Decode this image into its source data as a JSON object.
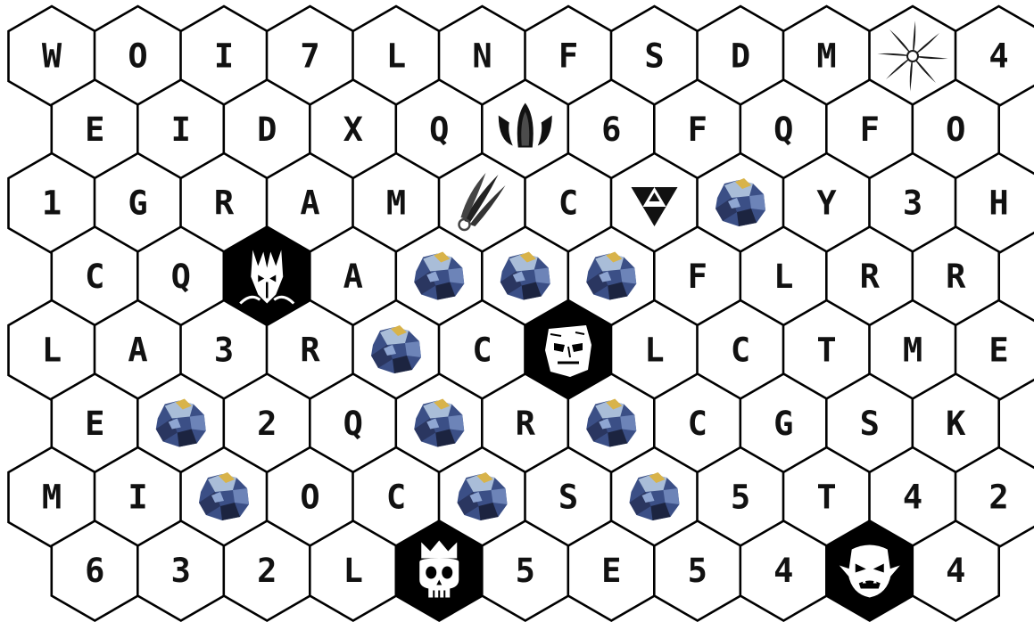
{
  "board": {
    "rows": [
      [
        {
          "text": "W"
        },
        {
          "text": "O"
        },
        {
          "text": "I"
        },
        {
          "text": "7"
        },
        {
          "text": "L"
        },
        {
          "text": "N"
        },
        {
          "text": "F"
        },
        {
          "text": "S"
        },
        {
          "text": "D"
        },
        {
          "text": "M"
        },
        {
          "icon": "vortex-icon"
        },
        {
          "text": "4"
        }
      ],
      [
        {
          "text": "E"
        },
        {
          "text": "I"
        },
        {
          "text": "D"
        },
        {
          "text": "X"
        },
        {
          "text": "Q"
        },
        {
          "icon": "triple-horns-icon"
        },
        {
          "text": "6"
        },
        {
          "text": "F"
        },
        {
          "text": "Q"
        },
        {
          "text": "F"
        },
        {
          "text": "O"
        }
      ],
      [
        {
          "text": "1"
        },
        {
          "text": "G"
        },
        {
          "text": "R"
        },
        {
          "text": "A"
        },
        {
          "text": "M"
        },
        {
          "icon": "claw-icon"
        },
        {
          "text": "C"
        },
        {
          "icon": "triforce-icon"
        },
        {
          "icon": "ore-rock-icon"
        },
        {
          "text": "Y"
        },
        {
          "text": "3"
        },
        {
          "text": "H"
        }
      ],
      [
        {
          "text": "C"
        },
        {
          "text": "Q"
        },
        {
          "icon": "dark-lord-icon",
          "dark": true
        },
        {
          "text": "A"
        },
        {
          "icon": "ore-rock-icon"
        },
        {
          "icon": "ore-rock-icon"
        },
        {
          "icon": "ore-rock-icon"
        },
        {
          "text": "F"
        },
        {
          "text": "L"
        },
        {
          "text": "R"
        },
        {
          "text": "R"
        }
      ],
      [
        {
          "text": "L"
        },
        {
          "text": "A"
        },
        {
          "text": "3"
        },
        {
          "text": "R"
        },
        {
          "icon": "ore-rock-icon"
        },
        {
          "text": "C"
        },
        {
          "icon": "stone-golem-icon",
          "dark": true
        },
        {
          "text": "L"
        },
        {
          "text": "C"
        },
        {
          "text": "T"
        },
        {
          "text": "M"
        },
        {
          "text": "E"
        }
      ],
      [
        {
          "text": "E"
        },
        {
          "icon": "ore-rock-icon"
        },
        {
          "text": "2"
        },
        {
          "text": "Q"
        },
        {
          "icon": "ore-rock-icon"
        },
        {
          "text": "R"
        },
        {
          "icon": "ore-rock-icon"
        },
        {
          "text": "C"
        },
        {
          "text": "G"
        },
        {
          "text": "S"
        },
        {
          "text": "K"
        }
      ],
      [
        {
          "text": "M"
        },
        {
          "text": "I"
        },
        {
          "icon": "ore-rock-icon"
        },
        {
          "text": "O"
        },
        {
          "text": "C"
        },
        {
          "icon": "ore-rock-icon"
        },
        {
          "text": "S"
        },
        {
          "icon": "ore-rock-icon"
        },
        {
          "text": "5"
        },
        {
          "text": "T"
        },
        {
          "text": "4"
        },
        {
          "text": "2"
        }
      ],
      [
        {
          "text": "6"
        },
        {
          "text": "3"
        },
        {
          "text": "2"
        },
        {
          "text": "L"
        },
        {
          "icon": "skull-king-icon",
          "dark": true
        },
        {
          "text": "5"
        },
        {
          "text": "E"
        },
        {
          "text": "5"
        },
        {
          "text": "4"
        },
        {
          "icon": "orc-face-icon",
          "dark": true
        },
        {
          "text": "4"
        }
      ]
    ]
  }
}
